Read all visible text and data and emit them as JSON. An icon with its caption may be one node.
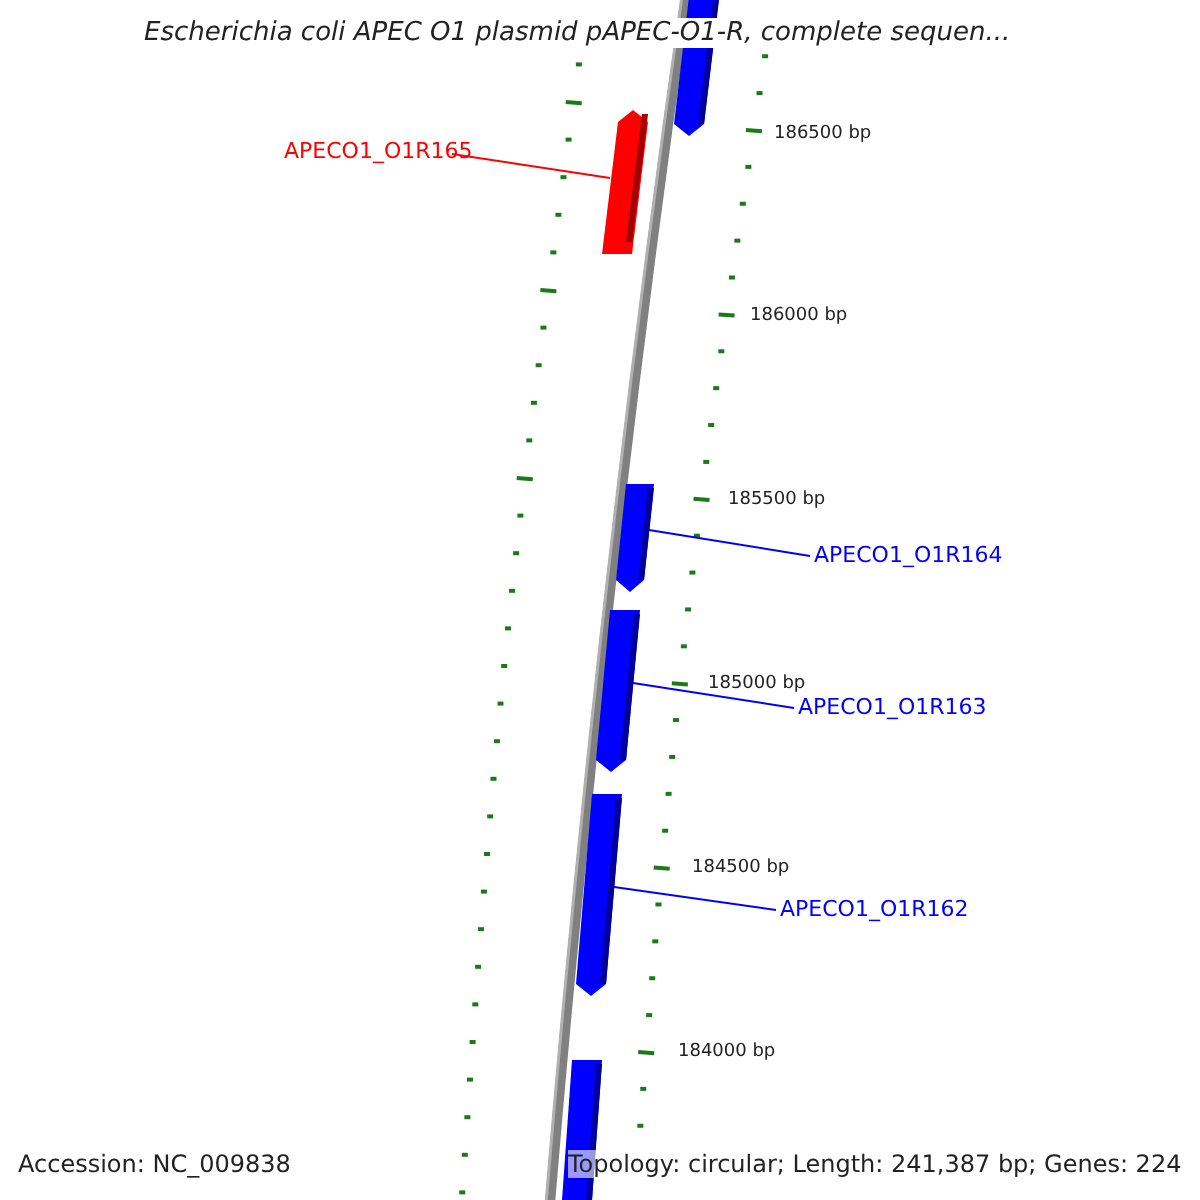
{
  "diagram": {
    "title": "Escherichia coli APEC O1 plasmid pAPEC-O1-R, complete sequen...",
    "nodes": [
      {
        "text": [],
        "shape": "bar"
      },
      {
        "text": [
          "APECO1_O1R165"
        ]
      },
      {
        "text": [],
        "shape": "bar"
      },
      {
        "text": [
          "APECO1_O1R164"
        ]
      },
      {
        "text": [],
        "shape": "bar"
      },
      {
        "text": [
          "APECO1_O1R163"
        ]
      },
      {
        "text": [],
        "shape": "bar"
      },
      {
        "text": [
          "APECO1_O1R162"
        ]
      },
      {
        "text": [],
        "shape": "bar"
      },
      {
        "text": [],
        "shape": "bar"
      }
    ],
    "edges": [
      {
        "from": 1,
        "to": 2,
        "arrow": "none",
        "color": "#ff0000"
      },
      {
        "from": 3,
        "to": 4,
        "arrow": "none"
      },
      {
        "from": 5,
        "to": 6,
        "arrow": "none"
      },
      {
        "from": 7,
        "to": 8,
        "arrow": "none"
      }
    ],
    "labels": [
      "186500 bp",
      "186000 bp",
      "185500 bp",
      "185000 bp",
      "184500 bp",
      "184000 bp",
      "Accession: NC_009838",
      "Topology: circular; Length: 241,387 bp; Genes: 224"
    ]
  }
}
